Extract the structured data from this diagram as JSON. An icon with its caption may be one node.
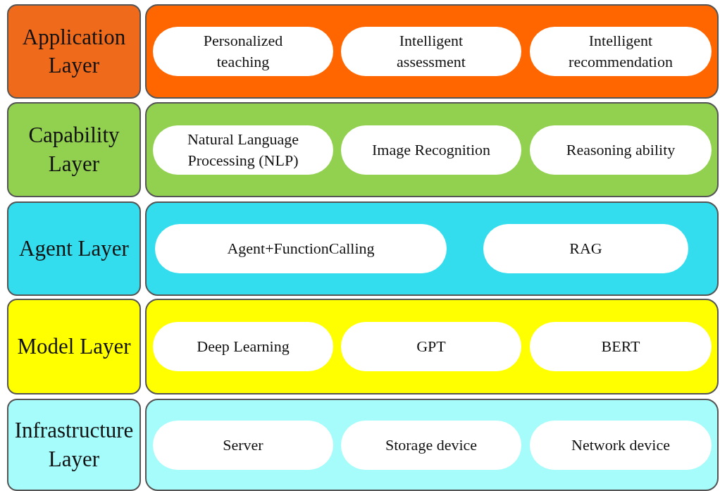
{
  "diagram": {
    "nodes": [
      {
        "text": [
          "Application Layer"
        ]
      },
      {
        "text": [],
        "shape": "box"
      },
      {
        "text": [
          "Personalized teaching"
        ],
        "in": 1
      },
      {
        "text": [
          "Intelligent assessment"
        ],
        "in": 1
      },
      {
        "text": [
          "Intelligent recommendation"
        ],
        "in": 1
      },
      {
        "text": [
          "Capability Layer"
        ]
      },
      {
        "text": [],
        "shape": "box"
      },
      {
        "text": [
          "Natural Language Processing (NLP)"
        ],
        "in": 6
      },
      {
        "text": [
          "Image Recognition"
        ],
        "in": 6
      },
      {
        "text": [
          "Reasoning ability"
        ],
        "in": 6
      },
      {
        "text": [
          "Agent Layer"
        ]
      },
      {
        "text": [],
        "shape": "box"
      },
      {
        "text": [
          "Agent+FunctionCalling"
        ],
        "in": 11
      },
      {
        "text": [
          "RAG"
        ],
        "in": 11
      },
      {
        "text": [
          "Model Layer"
        ]
      },
      {
        "text": [],
        "shape": "box"
      },
      {
        "text": [
          "Deep Learning"
        ],
        "in": 15
      },
      {
        "text": [
          "GPT"
        ],
        "in": 15
      },
      {
        "text": [
          "BERT"
        ],
        "in": 15
      },
      {
        "text": [
          "Infrastructure Layer"
        ]
      },
      {
        "text": [],
        "shape": "box"
      },
      {
        "text": [
          "Server"
        ],
        "in": 20
      },
      {
        "text": [
          "Storage device"
        ],
        "in": 20
      },
      {
        "text": [
          "Network device"
        ],
        "in": 20
      }
    ],
    "edges": []
  }
}
